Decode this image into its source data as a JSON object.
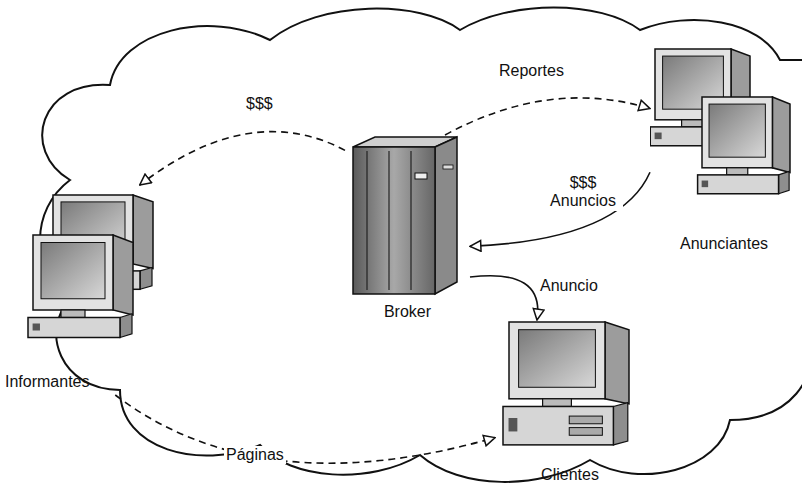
{
  "diagram": {
    "nodes": [
      {
        "text": [
          "Anunciantes"
        ]
      },
      {
        "text": [
          "Broker"
        ]
      },
      {
        "text": [
          "Informantes"
        ]
      },
      {
        "text": [
          "Clientes"
        ]
      }
    ],
    "edges": [
      {
        "from": 1,
        "to": 0,
        "arrow": "to",
        "label": "Reportes"
      },
      {
        "from": 1,
        "to": 2,
        "arrow": "to",
        "label": "$$$"
      },
      {
        "from": 0,
        "to": 1,
        "arrow": "to",
        "label": "$$$ Anuncios"
      },
      {
        "from": 1,
        "to": 3,
        "arrow": "to",
        "label": "Anuncio"
      },
      {
        "from": 2,
        "to": 3,
        "arrow": "to",
        "label": "Páginas"
      }
    ]
  }
}
